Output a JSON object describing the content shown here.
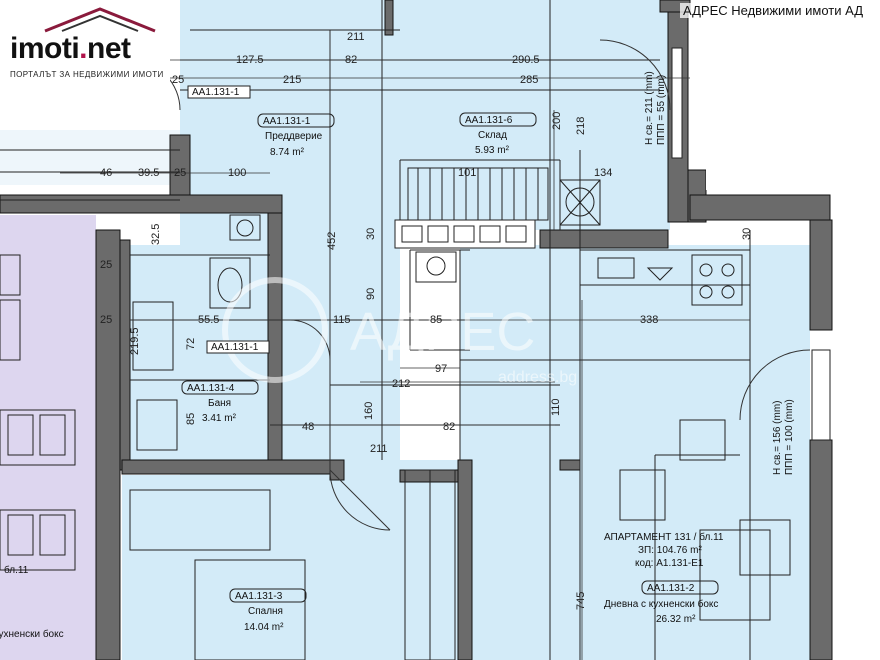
{
  "branding": {
    "logo_main": "imoti",
    "logo_dot": ".",
    "logo_suffix": "net",
    "logo_tagline": "ПОРТАЛЪТ ЗА НЕДВИЖИМИ ИМОТИ",
    "agency": "АДРЕС Недвижими имоти АД",
    "watermark": "АДРЕС",
    "watermark_url": "address.bg"
  },
  "rooms": {
    "hall": {
      "code": "АА1.131-1",
      "name": "Преддверие",
      "area": "8.74 m²"
    },
    "storage": {
      "code": "АА1.131-6",
      "name": "Склад",
      "area": "5.93 m²"
    },
    "bathroom": {
      "code": "АА1.131-4",
      "name": "Баня",
      "area": "3.41 m²"
    },
    "bedroom": {
      "code": "АА1.131-3",
      "name": "Спалня",
      "area": "14.04 m²"
    },
    "living": {
      "code": "АА1.131-2",
      "name": "Дневна с кухненски бокс",
      "area": "26.32 m²"
    },
    "apartment": {
      "name": "АПАРТАМЕНТ 131 / бл.11",
      "area": "ЗП: 104.76 m²",
      "code": "код: А1.131-Е1"
    },
    "left_partial": {
      "name": "кухненски бокс",
      "block": "бл.11"
    }
  },
  "small_tags": {
    "tag_top": "АА1.131-1",
    "tag_mid": "АА1.131-1"
  },
  "dimensions": {
    "d_127_5": "127.5",
    "d_82_top": "82",
    "d_290_5": "290.5",
    "d_215": "215",
    "d_285": "285",
    "d_25_a": "25",
    "d_25_b": "25",
    "d_25_c": "25",
    "d_25_d": "25",
    "d_46": "46",
    "d_39_5": "39.5",
    "d_100": "100",
    "d_101": "101",
    "d_134": "134",
    "d_200": "200",
    "d_218": "218",
    "d_452": "452",
    "d_55_5": "55.5",
    "d_115": "115",
    "d_85_a": "85",
    "d_338": "338",
    "d_97": "97",
    "d_212": "212",
    "d_48": "48",
    "d_82_mid": "82",
    "d_110": "110",
    "d_160": "160",
    "d_745": "745",
    "d_30_a": "30",
    "d_30_b": "30",
    "d_90": "90",
    "d_72": "72",
    "d_85_b": "85",
    "d_219_5": "219.5",
    "d_32_5": "32.5",
    "d_211_top": "211",
    "d_211_mid": "211",
    "door_top": "Н св.= 211 (mm)",
    "door_top2": "ППП = 55 (mm)",
    "window_right": "Н св.= 156 (mm)",
    "window_right2": "ППП = 100 (mm)"
  }
}
